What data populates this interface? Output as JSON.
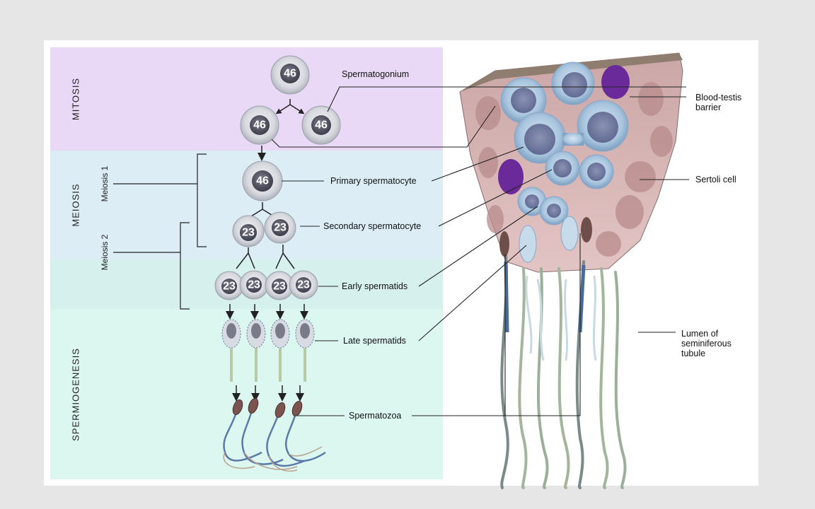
{
  "stages": {
    "mitosis": "MITOSIS",
    "meiosis": "MEIOSIS",
    "meiosis1": "Meiosis 1",
    "meiosis2": "Meiosis 2",
    "spermiogenesis": "SPERMIOGENESIS"
  },
  "cells": {
    "spermatogonium_top": "46",
    "spermatogonium_left": "46",
    "spermatogonium_right": "46",
    "primary": "46",
    "secondary": [
      "23",
      "23"
    ],
    "early_spermatids": [
      "23",
      "23",
      "23",
      "23"
    ]
  },
  "labels": {
    "spermatogonium": "Spermatogonium",
    "primary_spermatocyte": "Primary spermatocyte",
    "secondary_spermatocyte": "Secondary spermatocyte",
    "early_spermatids": "Early spermatids",
    "late_spermatids": "Late spermatids",
    "spermatozoa": "Spermatozoa",
    "blood_testis_barrier_1": "Blood-testis",
    "blood_testis_barrier_2": "barrier",
    "sertoli_cell": "Sertoli cell",
    "lumen_1": "Lumen of",
    "lumen_2": "seminiferous",
    "lumen_3": "tubule"
  },
  "colors": {
    "mitosis_band": "#e9d9f6",
    "meiosis_band": "#dcedf6",
    "meiosis2_band": "#d6f1ed",
    "spermiogenesis_band": "#dcf6f0",
    "tissue": "#d9b3b3",
    "cell_nucleus": "#555566"
  }
}
